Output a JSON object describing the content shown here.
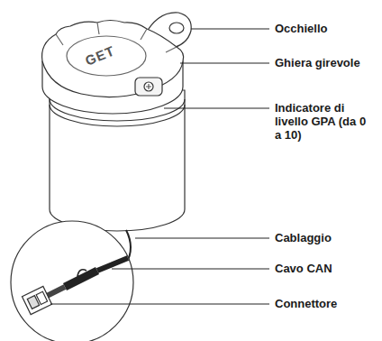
{
  "diagram": {
    "labels": [
      "Occhiello",
      "Ghiera girevole",
      "Indicatore di livello GPA (da 0 a 10)",
      "Cablaggio",
      "Cavo CAN",
      "Connettore",
      "GET"
    ]
  }
}
